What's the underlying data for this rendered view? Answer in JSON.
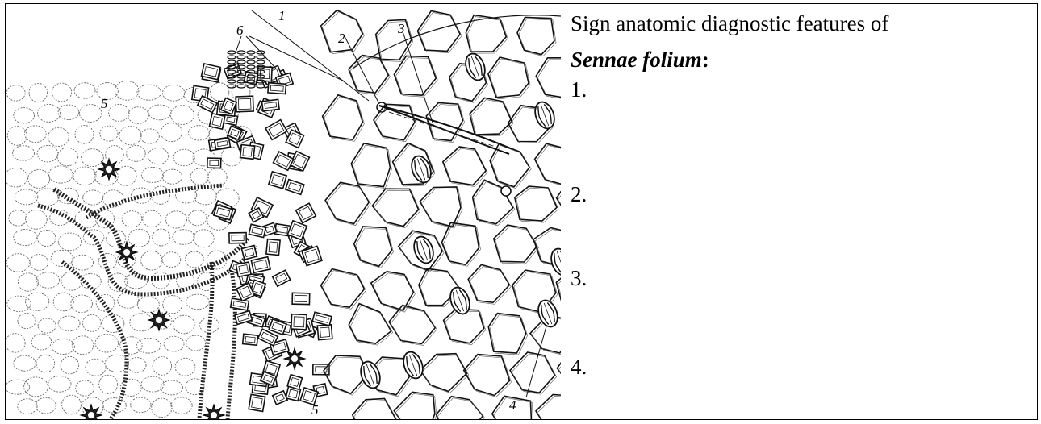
{
  "panel": {
    "heading_text": "Sign anatomic diagnostic features of",
    "heading_latin": "Sennae folium",
    "heading_colon": ":",
    "items": [
      "1.",
      "2.",
      "3.",
      "4."
    ]
  },
  "figure": {
    "labels": [
      "1",
      "2",
      "3",
      "6",
      "5",
      "4",
      "5"
    ]
  }
}
